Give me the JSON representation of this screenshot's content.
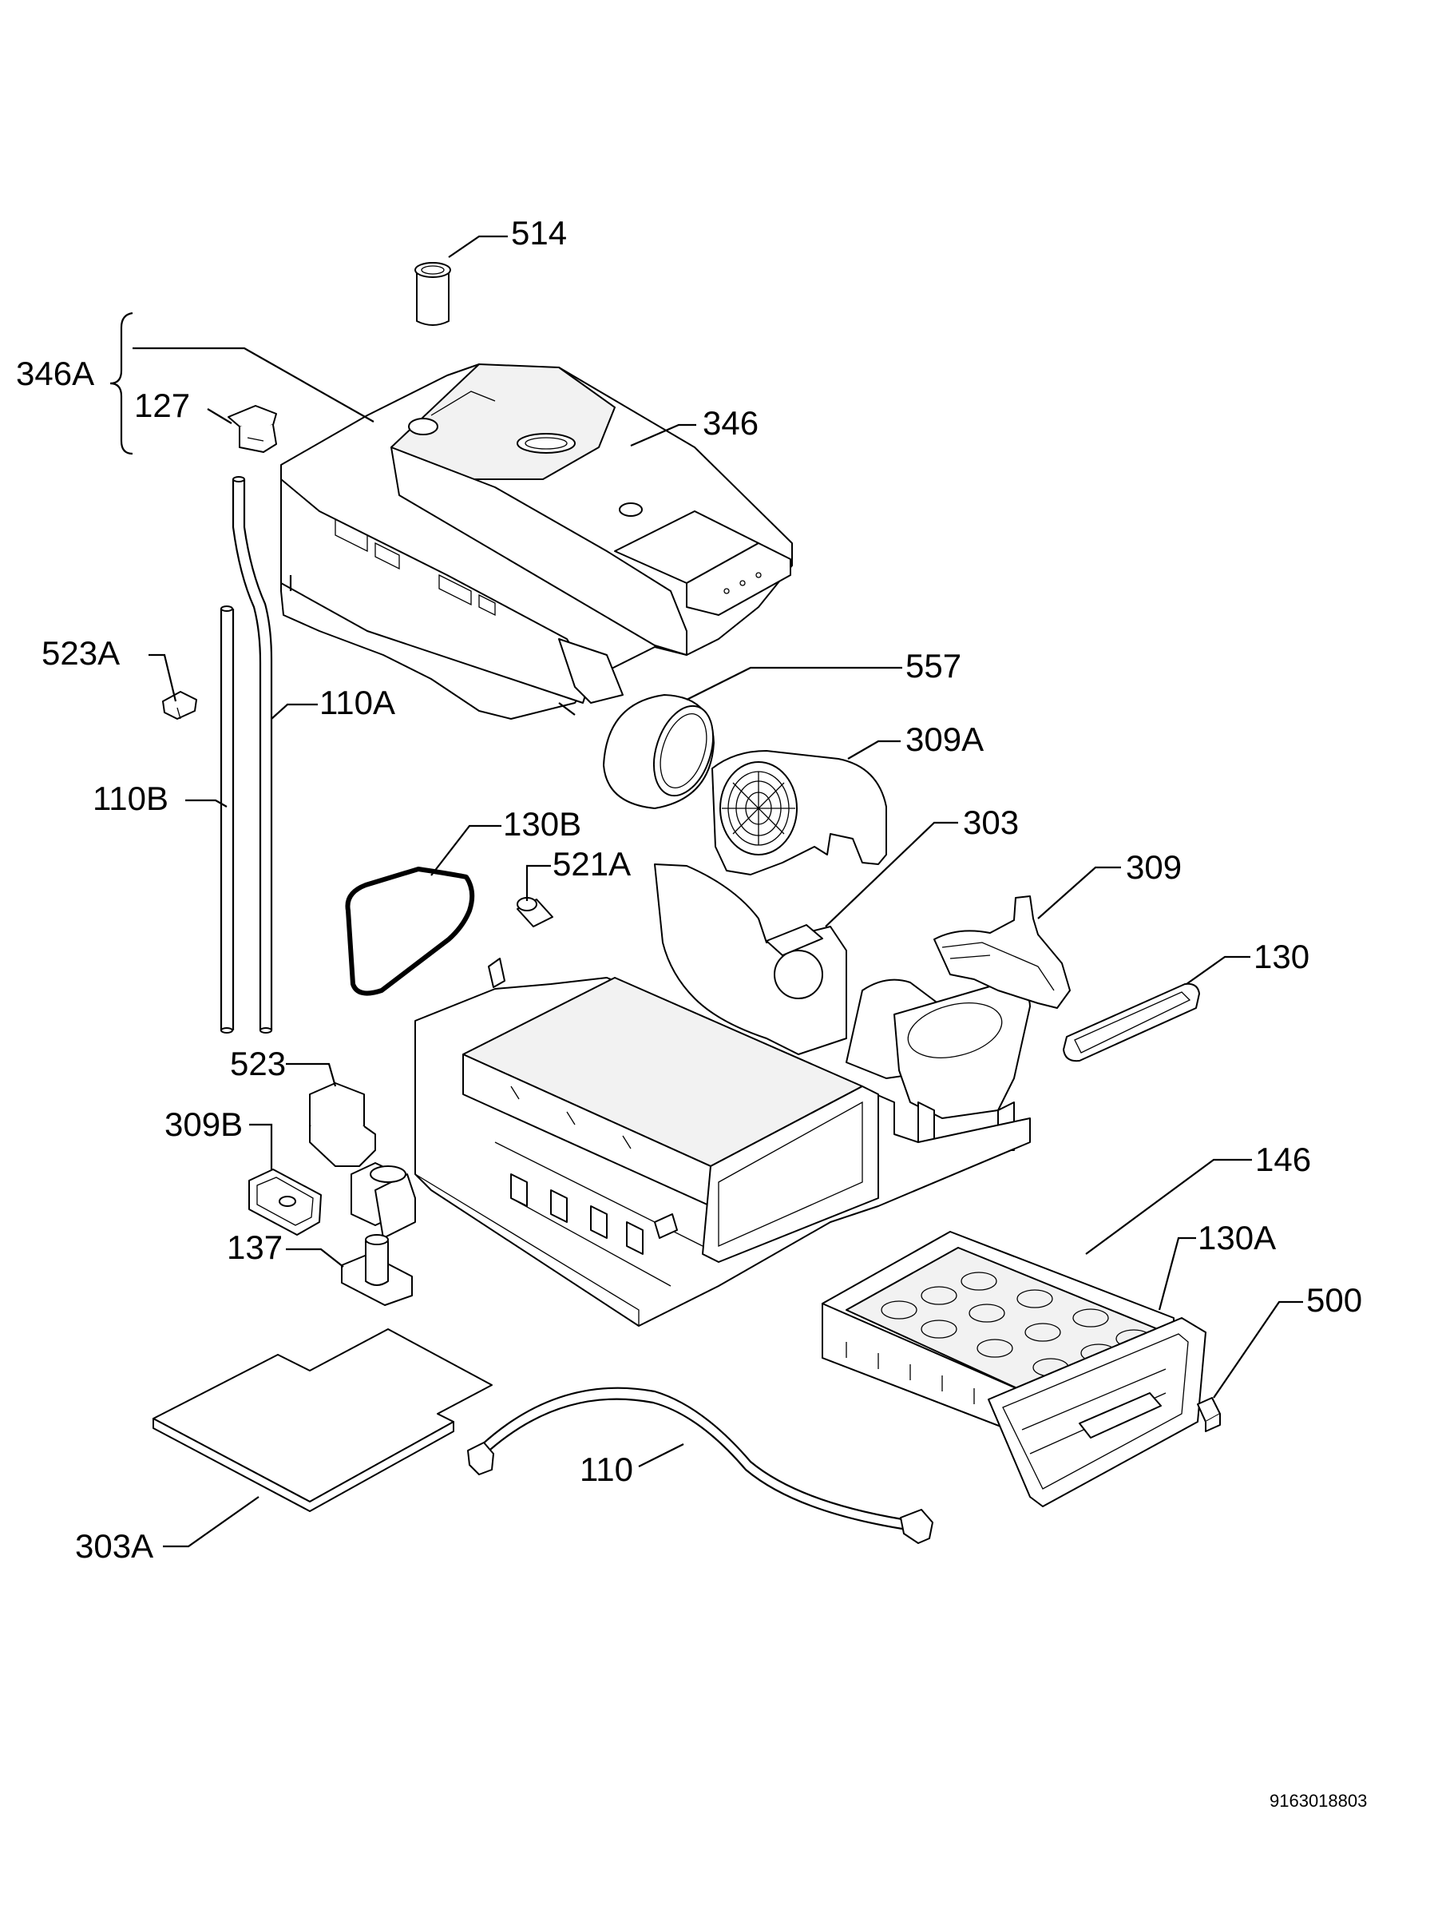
{
  "labels": {
    "p514": "514",
    "p346A": "346A",
    "p127": "127",
    "p346": "346",
    "p523A": "523A",
    "p110A": "110A",
    "p557": "557",
    "p309A": "309A",
    "p110B": "110B",
    "p130B": "130B",
    "p303": "303",
    "p521A": "521A",
    "p309": "309",
    "p130": "130",
    "p523": "523",
    "p309B": "309B",
    "p146": "146",
    "p130A": "130A",
    "p137": "137",
    "p500": "500",
    "p110": "110",
    "p303A": "303A"
  },
  "document_number": "9163018803"
}
